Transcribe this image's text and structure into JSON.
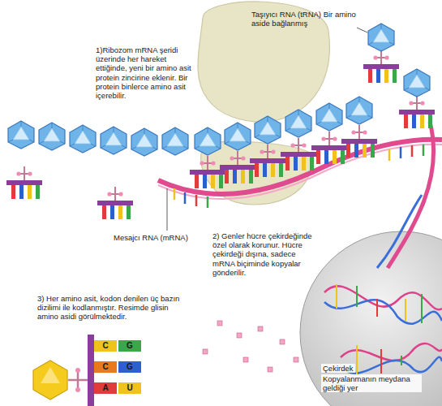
{
  "diagram": {
    "labels": [
      "Taşıyıcı RNA (tRNA) Bir amino aside bağlanmış",
      "1)Ribozom mRNA şeridi üzerinde her hareket ettiğinde, yeni bir amino asit protein zincirine eklenir. Bir protein binlerce amino asit içerebilir.",
      "Mesajcı RNA (mRNA)",
      "2) Genler hücre çekirdeğinde özel olarak korunur. Hücre çekirdeği dışına, sadece mRNA biçiminde kopyalar gönderilir.",
      "3) Her amino asit, kodon denilen üç bazın dizilimi ile kodlanmıştır. Resimde glisin amino asidi görülmektedir.",
      "Çekirdek",
      "Kopyalanmanın meydana geldiği yer",
      "C",
      "G",
      "C",
      "G",
      "A",
      "U"
    ]
  }
}
